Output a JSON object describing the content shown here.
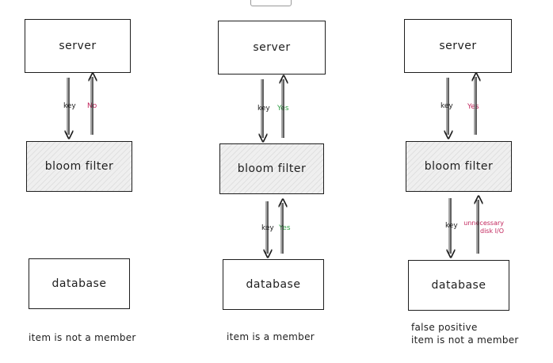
{
  "panels": [
    {
      "server_label": "server",
      "filter_label": "bloom filter",
      "database_label": "database",
      "query_label": "key",
      "response_label": "No",
      "caption": "item is not a member"
    },
    {
      "server_label": "server",
      "filter_label": "bloom filter",
      "database_label": "database",
      "query_label": "key",
      "response_label": "Yes",
      "db_query_label": "key",
      "db_response_label": "Yes",
      "caption": "item is a member"
    },
    {
      "server_label": "server",
      "filter_label": "bloom filter",
      "database_label": "database",
      "query_label": "key",
      "response_label": "Yes",
      "db_query_label": "key",
      "db_response_label": "unnecessary\ndisk I/O",
      "caption": "false positive\nitem is not a member"
    }
  ],
  "colors": {
    "yes": "#2f9e44",
    "no_or_false": "#c2255c",
    "stroke": "#1e1e1e"
  }
}
